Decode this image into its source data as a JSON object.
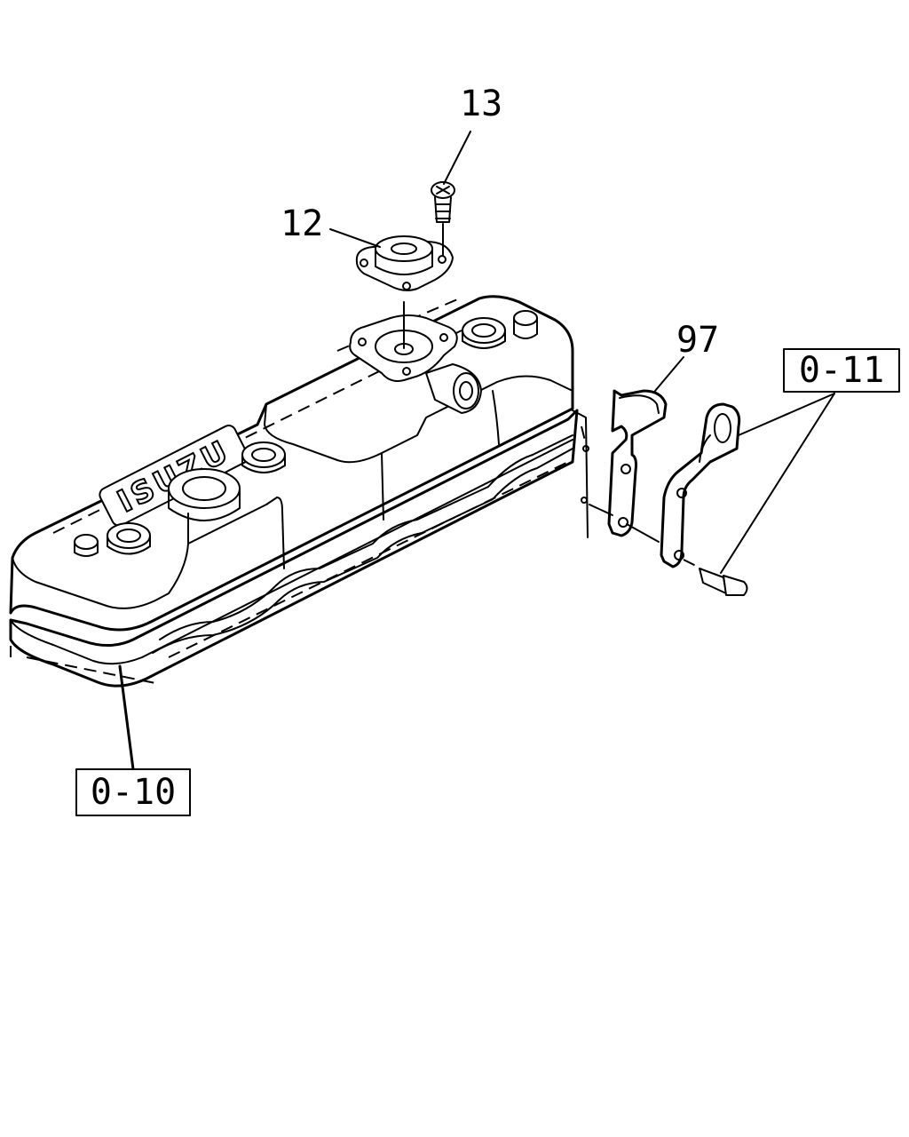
{
  "callouts": {
    "part_13": "13",
    "part_12": "12",
    "part_97": "97"
  },
  "references": {
    "ref_0_11": "0-11",
    "ref_0_10": "0-10"
  },
  "cover_text": "ISUZU"
}
